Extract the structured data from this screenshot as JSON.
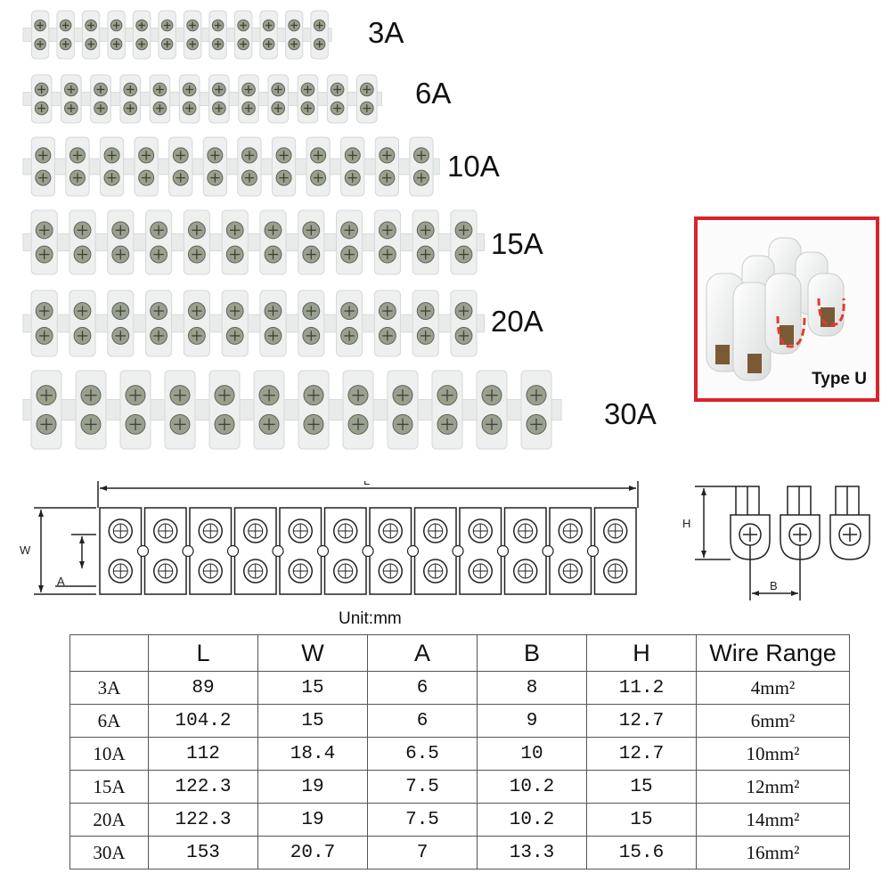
{
  "strips": [
    {
      "label": "3A",
      "positions": 12
    },
    {
      "label": "6A",
      "positions": 12
    },
    {
      "label": "10A",
      "positions": 12
    },
    {
      "label": "15A",
      "positions": 12
    },
    {
      "label": "20A",
      "positions": 12
    },
    {
      "label": "30A",
      "positions": 12
    }
  ],
  "type_u": {
    "label": "Type U"
  },
  "diagram": {
    "dim_L": "L",
    "dim_W": "W",
    "dim_A": "A",
    "dim_H": "H",
    "dim_B": "B",
    "unit": "Unit:mm"
  },
  "table": {
    "headers": [
      "",
      "L",
      "W",
      "A",
      "B",
      "H",
      "Wire Range"
    ],
    "rows": [
      [
        "3A",
        "89",
        "15",
        "6",
        "8",
        "11.2",
        "4mm²"
      ],
      [
        "6A",
        "104.2",
        "15",
        "6",
        "9",
        "12.7",
        "6mm²"
      ],
      [
        "10A",
        "112",
        "18.4",
        "6.5",
        "10",
        "12.7",
        "10mm²"
      ],
      [
        "15A",
        "122.3",
        "19",
        "7.5",
        "10.2",
        "15",
        "12mm²"
      ],
      [
        "20A",
        "122.3",
        "19",
        "7.5",
        "10.2",
        "15",
        "14mm²"
      ],
      [
        "30A",
        "153",
        "20.7",
        "7",
        "13.3",
        "15.6",
        "16mm²"
      ]
    ]
  },
  "colors": {
    "accent_border": "#d8232a",
    "plastic": "#eef0ef",
    "screw": "#9aa08e"
  }
}
